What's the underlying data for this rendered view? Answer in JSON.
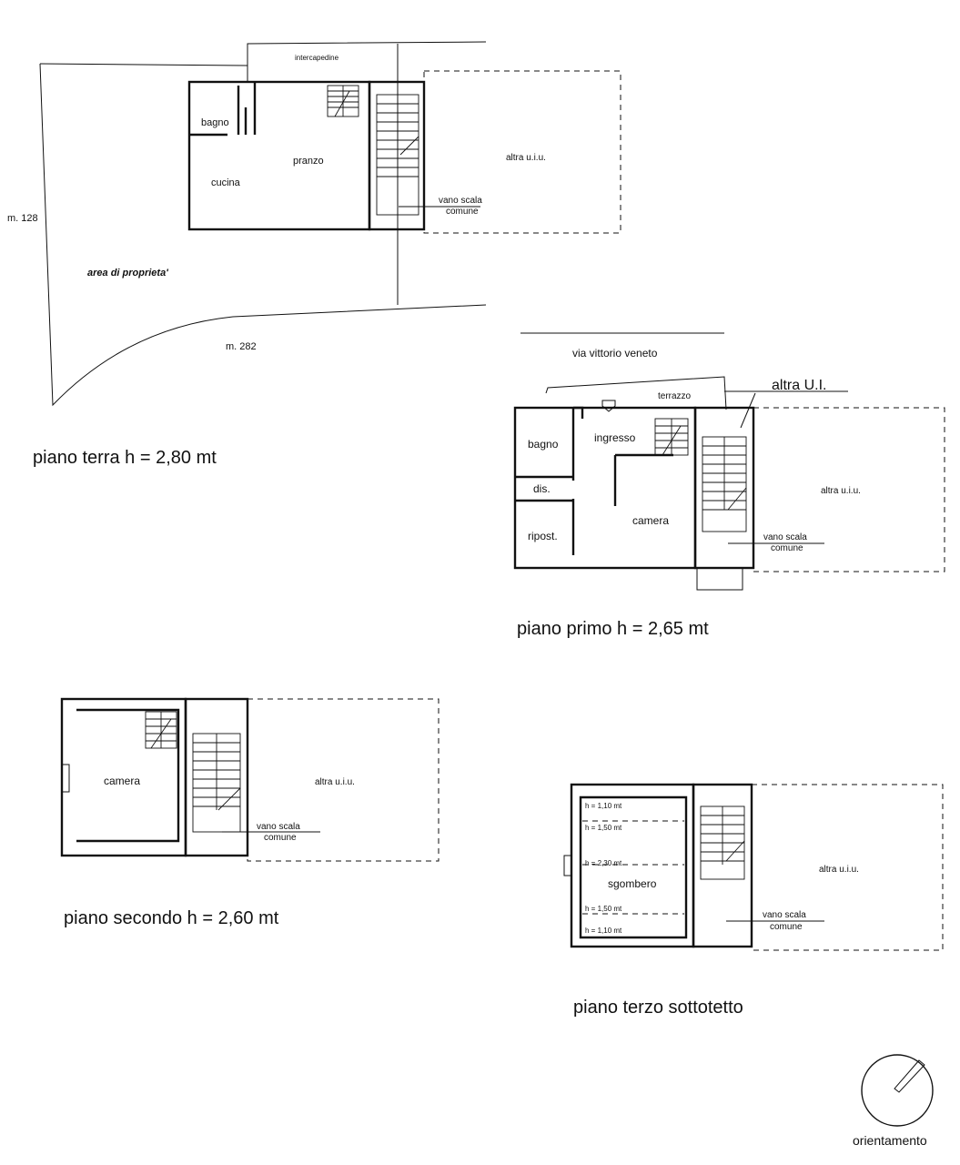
{
  "ground_floor": {
    "title": "piano terra h = 2,80 mt",
    "intercapedine": "intercapedine",
    "rooms": {
      "bagno": "bagno",
      "cucina": "cucina",
      "pranzo": "pranzo",
      "altra": "altra u.i.u."
    },
    "stair_line1": "vano scala",
    "stair_line2": "comune",
    "parcel_left": "m. 128",
    "parcel_bottom": "m. 282",
    "property_area": "area di proprieta'"
  },
  "first_floor": {
    "title": "piano primo h = 2,65 mt",
    "street": "via  vittorio   veneto",
    "terrace": "terrazzo",
    "other_unit": "altra U.I.",
    "rooms": {
      "bagno": "bagno",
      "ingresso": "ingresso",
      "dis": "dis.",
      "camera": "camera",
      "ripost": "ripost.",
      "altra": "altra u.i.u."
    },
    "stair_line1": "vano scala",
    "stair_line2": "comune"
  },
  "second_floor": {
    "title": "piano secondo h = 2,60 mt",
    "rooms": {
      "camera": "camera",
      "altra": "altra u.i.u."
    },
    "stair_line1": "vano scala",
    "stair_line2": "comune"
  },
  "third_floor": {
    "title": "piano terzo sottotetto",
    "rooms": {
      "sgombero": "sgombero",
      "altra": "altra u.i.u."
    },
    "heights": [
      "h = 1,10 mt",
      "h = 1,50 mt",
      "h = 2,30 mt",
      "h = 1,50 mt",
      "h = 1,10 mt"
    ],
    "stair_line1": "vano scala",
    "stair_line2": "comune"
  },
  "orientation": "orientamento"
}
